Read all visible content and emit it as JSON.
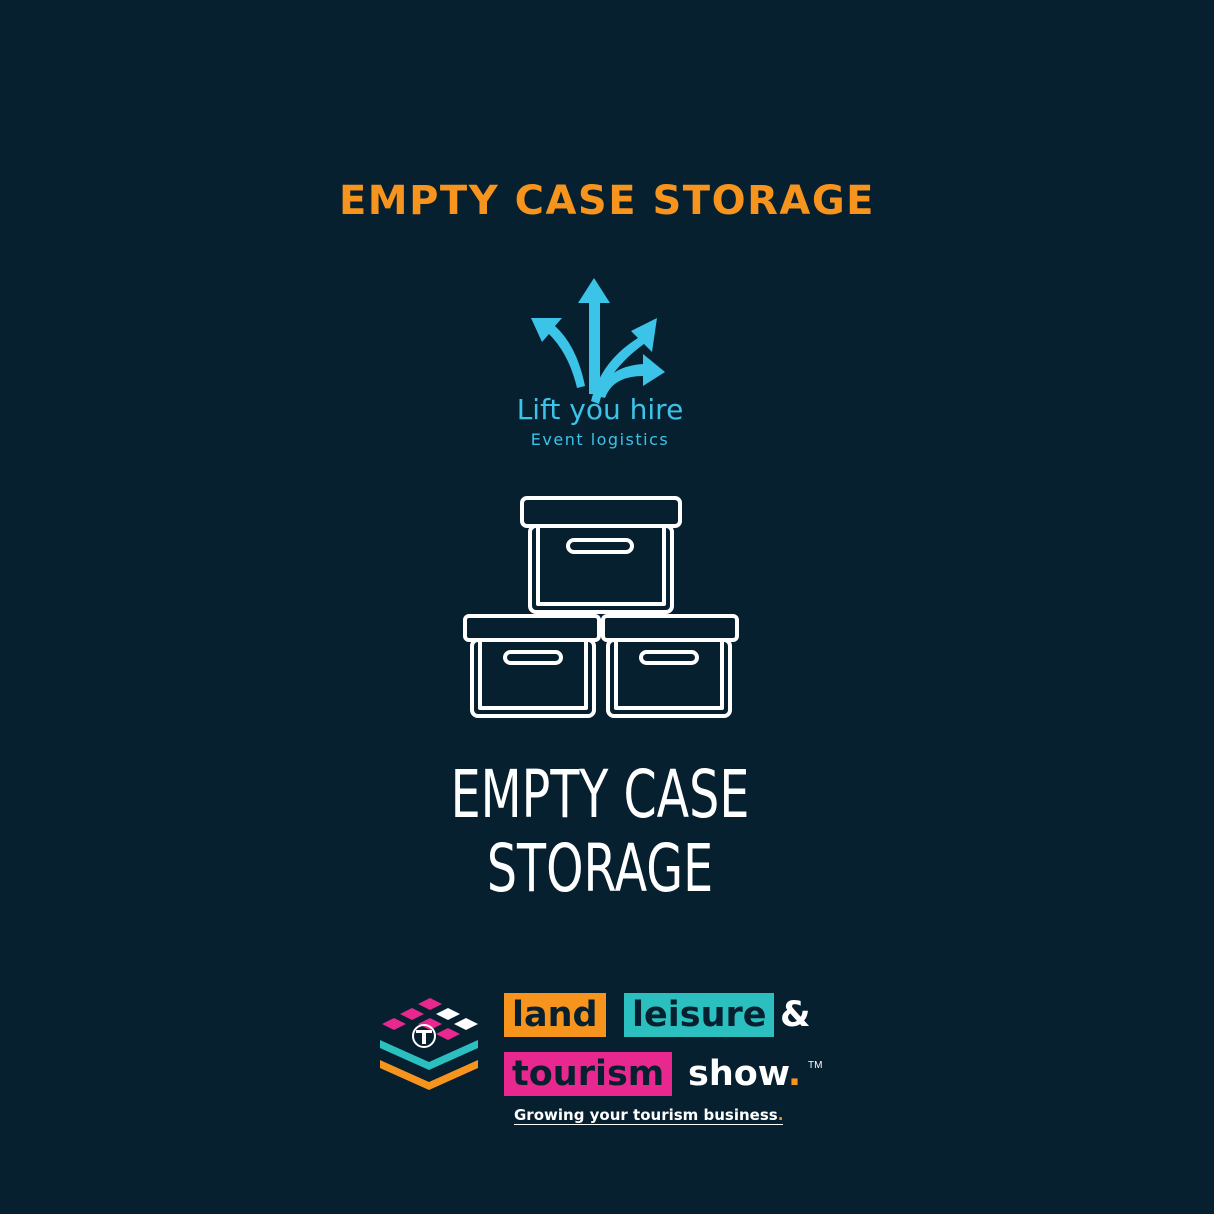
{
  "header": {
    "title": "EMPTY CASE STORAGE"
  },
  "sponsor_logo": {
    "icon": "branching-arrows-icon",
    "name": "Lift you hire",
    "subtitle": "Event logistics",
    "color": "#3cc3e8"
  },
  "illustration": {
    "icon": "stacked-boxes-icon"
  },
  "main_title": {
    "line1": "EMPTY CASE",
    "line2": "STORAGE"
  },
  "event_logo": {
    "icon": "layered-map-icon",
    "words": {
      "land": "land",
      "leisure": "leisure",
      "amp": "&",
      "tourism": "tourism",
      "show": "show",
      "dot": ".",
      "tm": "TM"
    },
    "tagline": "Growing your tourism business",
    "tagline_dot": ".",
    "colors": {
      "orange": "#f7941d",
      "teal": "#2cbfbf",
      "pink": "#e9288f"
    }
  },
  "colors": {
    "background": "#062030",
    "accent": "#f7941d"
  }
}
